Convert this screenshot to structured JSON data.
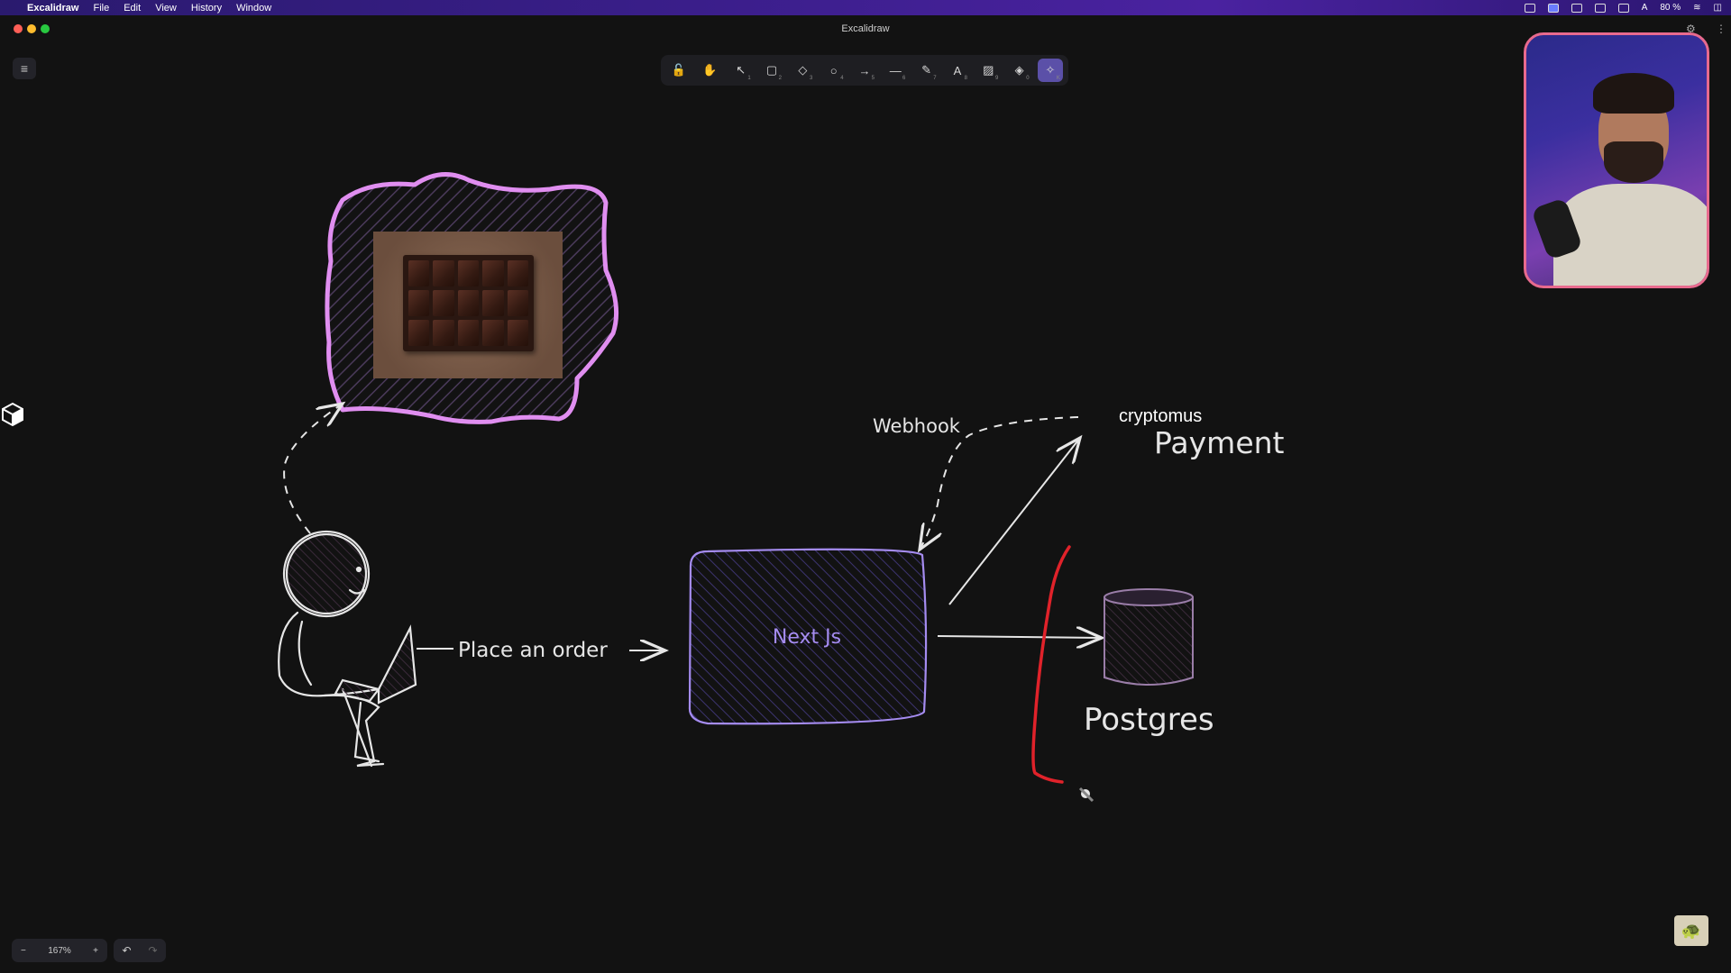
{
  "menubar": {
    "app_name": "Excalidraw",
    "items": [
      "File",
      "Edit",
      "View",
      "History",
      "Window"
    ],
    "battery": "80 %",
    "input_label": "A"
  },
  "window": {
    "title": "Excalidraw"
  },
  "toolbar": {
    "tools": [
      {
        "name": "lock",
        "glyph": "🔓",
        "key": ""
      },
      {
        "name": "hand",
        "glyph": "✋",
        "key": ""
      },
      {
        "name": "selection",
        "glyph": "↖",
        "key": "1"
      },
      {
        "name": "rectangle",
        "glyph": "▢",
        "key": "2"
      },
      {
        "name": "diamond",
        "glyph": "◇",
        "key": "3"
      },
      {
        "name": "ellipse",
        "glyph": "○",
        "key": "4"
      },
      {
        "name": "arrow",
        "glyph": "→",
        "key": "5"
      },
      {
        "name": "line",
        "glyph": "—",
        "key": "6"
      },
      {
        "name": "draw",
        "glyph": "✎",
        "key": "7"
      },
      {
        "name": "text",
        "glyph": "A",
        "key": "8"
      },
      {
        "name": "image",
        "glyph": "▨",
        "key": "9"
      },
      {
        "name": "eraser",
        "glyph": "◈",
        "key": "0"
      },
      {
        "name": "laser",
        "glyph": "✧",
        "key": "K"
      }
    ]
  },
  "canvas": {
    "labels": {
      "place_order": "Place an order",
      "next_js": "Next Js",
      "webhook": "Webhook",
      "cryptomus": "cryptomus",
      "payment": "Payment",
      "postgres": "Postgres"
    },
    "colors": {
      "image_frame": "#e08ef0",
      "next_box_stroke": "#a58cf0",
      "next_text": "#a58cf0",
      "red_stroke": "#e0222a",
      "stroke": "#e6e6e6"
    }
  },
  "footer": {
    "zoom_level": "167%",
    "zoom_out": "−",
    "zoom_in": "+",
    "undo": "↶",
    "redo": "↷"
  }
}
